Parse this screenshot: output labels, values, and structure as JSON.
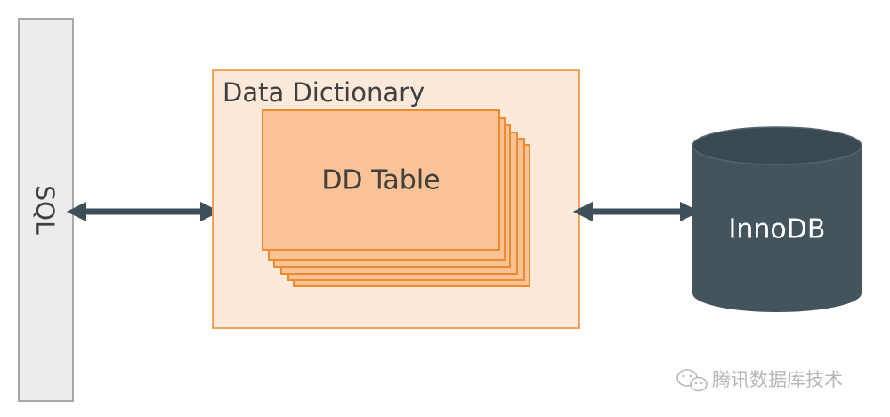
{
  "diagram": {
    "sql_label": "SQL",
    "dictionary_label": "Data Dictionary",
    "table_label": "DD Table",
    "storage_label": "InnoDB"
  },
  "watermark": {
    "text": "腾讯数据库技术",
    "icon": "wechat-icon"
  },
  "colors": {
    "sql_bar_fill": "#ececec",
    "sql_bar_stroke": "#a8a8a8",
    "dictionary_fill": "#fde9d9",
    "dictionary_stroke": "#f0a25a",
    "table_fill": "#fbc395",
    "table_stroke": "#f08a2e",
    "arrow": "#3f4f59",
    "cylinder_body": "#44545d",
    "cylinder_top": "#3a4850",
    "text_dark": "#404040",
    "text_light": "#ffffff"
  }
}
